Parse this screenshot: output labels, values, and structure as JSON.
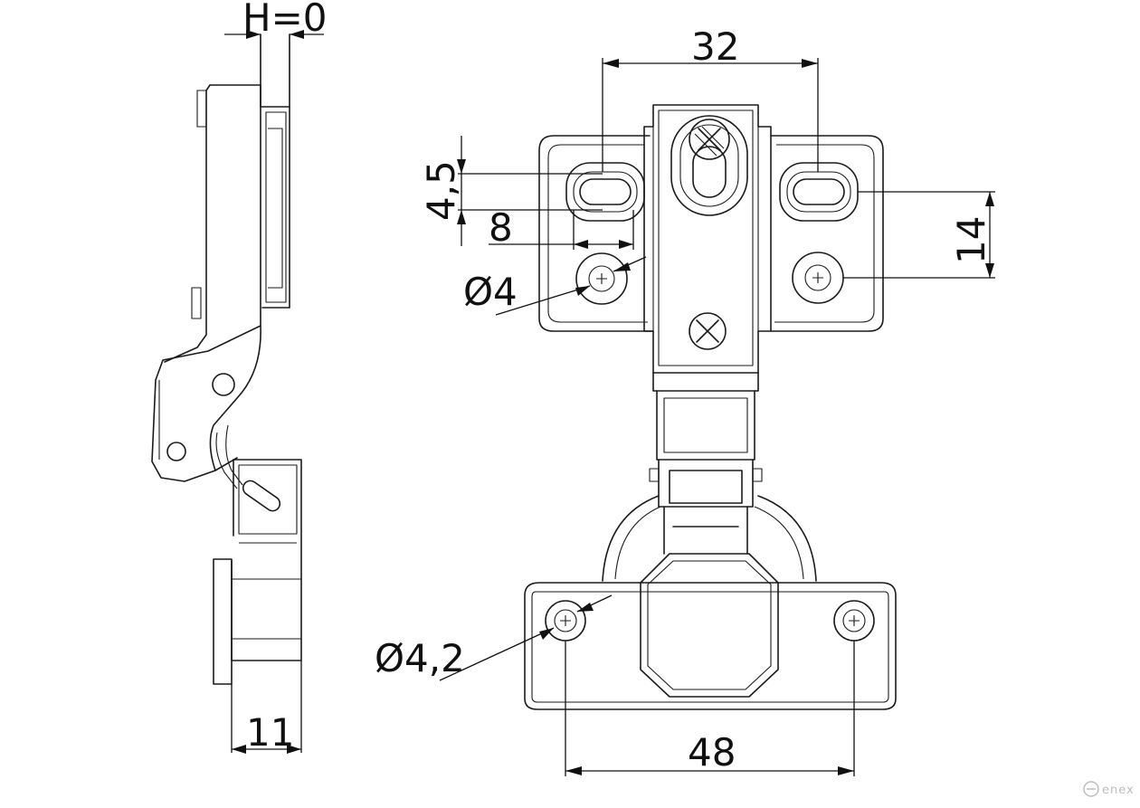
{
  "drawing": {
    "labels": {
      "overlay": "H=0",
      "width_32": "32",
      "slot_height": "4,5",
      "slot_length": "8",
      "hole_diameter_plate": "Ø4",
      "spacing_14": "14",
      "hole_diameter_cup": "Ø4,2",
      "width_48": "48",
      "depth_11": "11"
    },
    "watermark": "enex",
    "colors": {
      "line": "#1a1a1a",
      "background": "#ffffff",
      "watermark": "#bdbdbd"
    },
    "icons": [
      "screw-cross-icon",
      "logo-circle-icon"
    ]
  }
}
